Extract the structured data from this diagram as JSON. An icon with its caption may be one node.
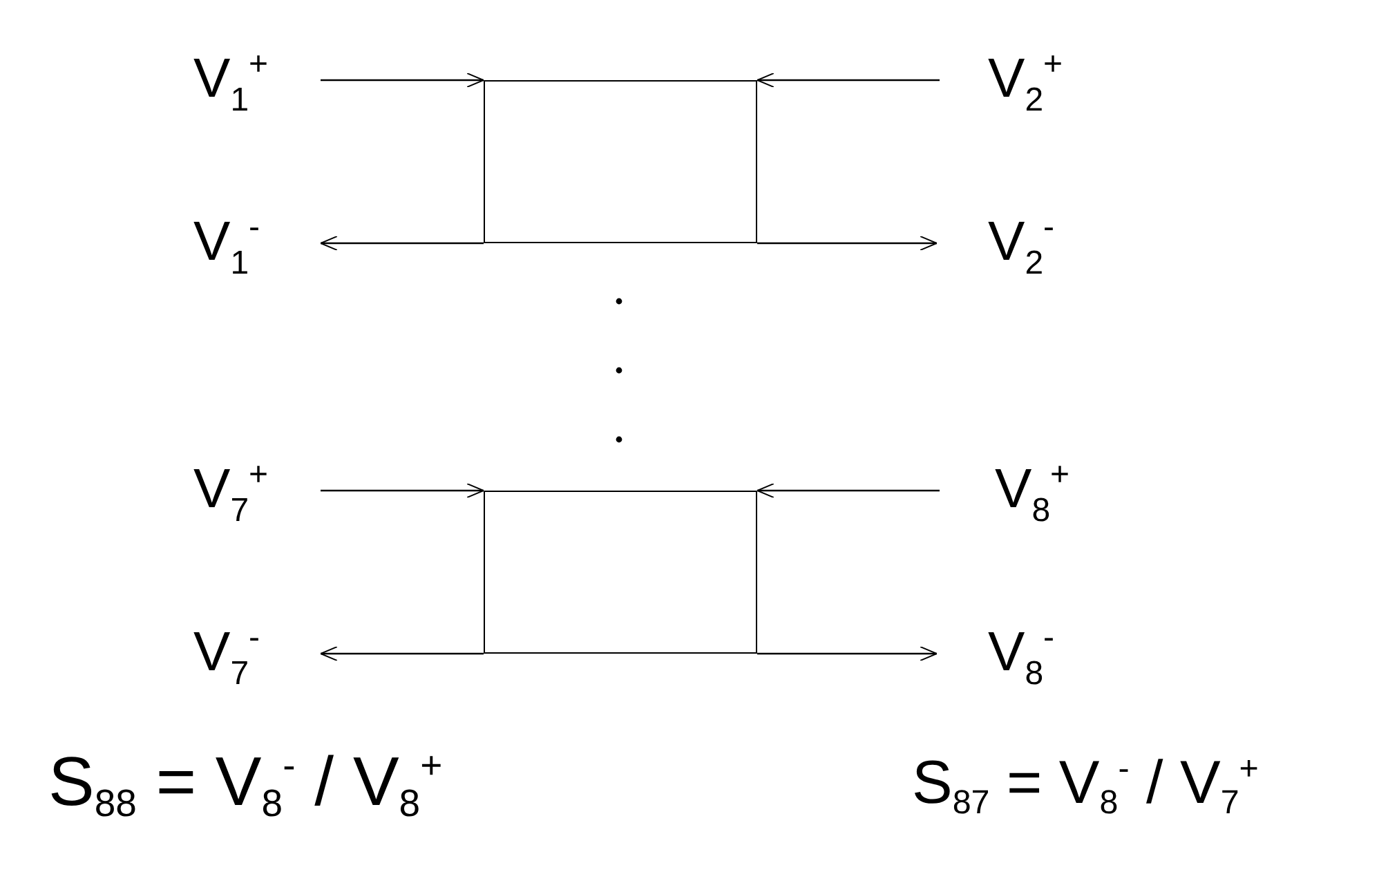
{
  "diagram": {
    "nodes": [
      {
        "text": [
          "V$_{1}$$^{+}$"
        ]
      },
      {
        "text": [
          "V$_{2}$$^{+}$"
        ]
      },
      {
        "text": [],
        "shape": "box"
      },
      {
        "text": [
          "V$_{1}$$^{-}$"
        ]
      },
      {
        "text": [
          "V$_{2}$$^{-}$"
        ]
      },
      {
        "text": [
          "V$_{7}$$^{+}$"
        ]
      },
      {
        "text": [
          "V$_{8}$$^{+}$"
        ]
      },
      {
        "text": [],
        "shape": "box"
      },
      {
        "text": [
          "V$_{7}$$^{-}$"
        ]
      },
      {
        "text": [
          "V$_{8}$$^{-}$"
        ]
      }
    ],
    "edges": [
      {
        "from": 0,
        "to": 2,
        "arrow": "to"
      },
      {
        "from": 1,
        "to": 2,
        "arrow": "to"
      },
      {
        "from": 2,
        "to": 3,
        "arrow": "to"
      },
      {
        "from": 2,
        "to": 4,
        "arrow": "to"
      },
      {
        "from": 5,
        "to": 7,
        "arrow": "to"
      },
      {
        "from": 6,
        "to": 7,
        "arrow": "to"
      },
      {
        "from": 7,
        "to": 8,
        "arrow": "to"
      },
      {
        "from": 7,
        "to": 9,
        "arrow": "to"
      }
    ],
    "labels": [
      "S$_{88}$ = V$_{8}$$^{-}$ / V$_{8}$$^{+}$",
      "S$_{87}$ = V$_{8}$$^{-}$ / V$_{7}$$^{+}$"
    ]
  }
}
